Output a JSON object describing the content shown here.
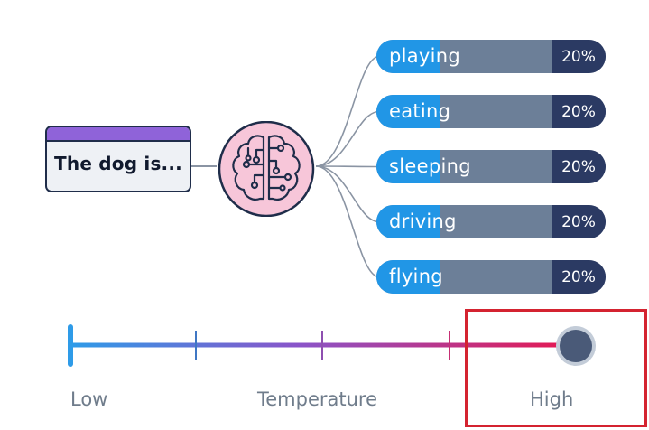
{
  "prompt": {
    "text": "The dog is..."
  },
  "outputs": [
    {
      "label": "playing",
      "percent_text": "20%",
      "value": 0.2
    },
    {
      "label": "eating",
      "percent_text": "20%",
      "value": 0.2
    },
    {
      "label": "sleeping",
      "percent_text": "20%",
      "value": 0.2
    },
    {
      "label": "driving",
      "percent_text": "20%",
      "value": 0.2
    },
    {
      "label": "flying",
      "percent_text": "20%",
      "value": 0.2
    }
  ],
  "temperature": {
    "low_label": "Low",
    "title": "Temperature",
    "high_label": "High",
    "level": 1.0
  },
  "icons": {
    "model": "brain-circuit-icon",
    "slider": "slider-knob"
  },
  "colors": {
    "prompt_header": "#8f63d9",
    "pill_fill": "#2196e6",
    "pill_track": "#6c7f98",
    "pill_percent_bg": "#2b3a63",
    "brain_fill": "#f7c6d9",
    "slider_low": "#2e9be8",
    "slider_high": "#e8174e",
    "highlight": "#d42330"
  }
}
